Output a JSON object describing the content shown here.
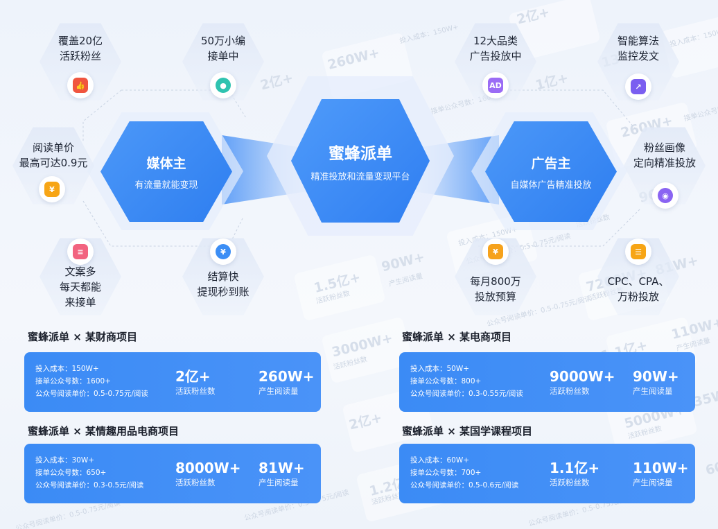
{
  "watermarks": [
    "2亿+",
    "260W+",
    "2亿+",
    "1亿+",
    "13",
    "260W+",
    "96",
    "90W+",
    "1.5亿+",
    "7200W+",
    "81W+",
    "3000W+",
    "110W+",
    "1.1亿+",
    "2亿+",
    "5000W+",
    "1.2亿+",
    "35W+",
    "60"
  ],
  "watermark_small": [
    "投入成本：150W+",
    "接单公众号数：1600+",
    "公众号阅读单价：0.5-0.75元/阅读",
    "活跃粉丝数",
    "产生阅读量"
  ],
  "center": {
    "title": "蜜蜂派单",
    "subtitle": "精准投放和流量变现平台"
  },
  "media": {
    "title": "媒体主",
    "subtitle": "有流量就能变现"
  },
  "advertiser": {
    "title": "广告主",
    "subtitle": "自媒体广告精准投放"
  },
  "features_left": [
    {
      "line1": "覆盖20亿",
      "line2": "活跃粉丝",
      "icon": "thumbs-up-icon",
      "color": "#f0553f"
    },
    {
      "line1": "50万小编",
      "line2": "接单中",
      "icon": "user-icon",
      "color": "#2fc3b0"
    },
    {
      "line1": "阅读单价",
      "line2": "最高可达0.9元",
      "icon": "coupon-icon",
      "color": "#f7a515"
    },
    {
      "line1": "文案多",
      "line2": "每天都能",
      "line3": "来接单",
      "icon": "document-icon",
      "color": "#f2637f"
    },
    {
      "line1": "结算快",
      "line2": "提现秒到账",
      "icon": "coin-icon",
      "color": "#3c8ef5"
    }
  ],
  "features_right": [
    {
      "line1": "12大品类",
      "line2": "广告投放中",
      "icon": "ad-icon",
      "icon_text": "AD",
      "color": "#9b6cf5"
    },
    {
      "line1": "智能算法",
      "line2": "监控发文",
      "icon": "chart-trend-icon",
      "color": "#7a5ef0"
    },
    {
      "line1": "粉丝画像",
      "line2": "定向精准投放",
      "icon": "camera-icon",
      "color": "#8a64f2"
    },
    {
      "line1": "每月800万",
      "line2": "投放预算",
      "icon": "wallet-icon",
      "color": "#f6a21c"
    },
    {
      "line1": "CPC、CPA、",
      "line2": "万粉投放",
      "icon": "layers-icon",
      "color": "#f7a515"
    }
  ],
  "projects": [
    {
      "title": "蜜蜂派单 × 某财商项目",
      "cost": "投入成本：150W+",
      "accounts": "接单公众号数：1600+",
      "price": "公众号阅读单价：0.5-0.75元/阅读",
      "m1": "2亿+",
      "m1_label": "活跃粉丝数",
      "m2": "260W+",
      "m2_label": "产生阅读量"
    },
    {
      "title": "蜜蜂派单 × 某电商项目",
      "cost": "投入成本：50W+",
      "accounts": "接单公众号数：800+",
      "price": "公众号阅读单价：0.3-0.55元/阅读",
      "m1": "9000W+",
      "m1_label": "活跃粉丝数",
      "m2": "90W+",
      "m2_label": "产生阅读量"
    },
    {
      "title": "蜜蜂派单 × 某情趣用品电商项目",
      "cost": "投入成本：30W+",
      "accounts": "接单公众号数：650+",
      "price": "公众号阅读单价：0.3-0.5元/阅读",
      "m1": "8000W+",
      "m1_label": "活跃粉丝数",
      "m2": "81W+",
      "m2_label": "产生阅读量"
    },
    {
      "title": "蜜蜂派单 × 某国学课程项目",
      "cost": "投入成本：60W+",
      "accounts": "接单公众号数：700+",
      "price": "公众号阅读单价：0.5-0.6元/阅读",
      "m1": "1.1亿+",
      "m1_label": "活跃粉丝数",
      "m2": "110W+",
      "m2_label": "产生阅读量"
    }
  ]
}
